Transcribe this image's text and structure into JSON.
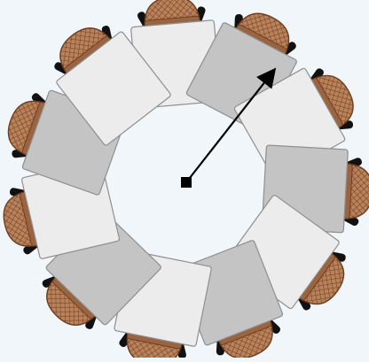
{
  "diagram": {
    "seat_count": 11,
    "table_colors": [
      "#ececec",
      "#c4c4c4"
    ],
    "chair_seat_color": "#b9825a",
    "chair_weave_color": "#6e3f22",
    "chair_leg_color": "#111111",
    "background_color": "#f1f6fb",
    "center_marker": "square",
    "radius_arrow": "center-to-chair"
  }
}
